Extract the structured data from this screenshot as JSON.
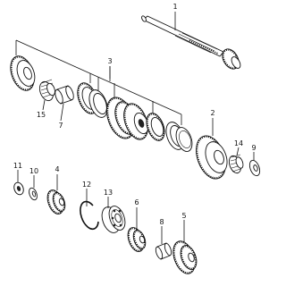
{
  "diagram": {
    "part_numbers": [
      "1",
      "2",
      "3",
      "4",
      "5",
      "6",
      "7",
      "8",
      "9",
      "10",
      "11",
      "12",
      "13",
      "14",
      "15"
    ]
  }
}
